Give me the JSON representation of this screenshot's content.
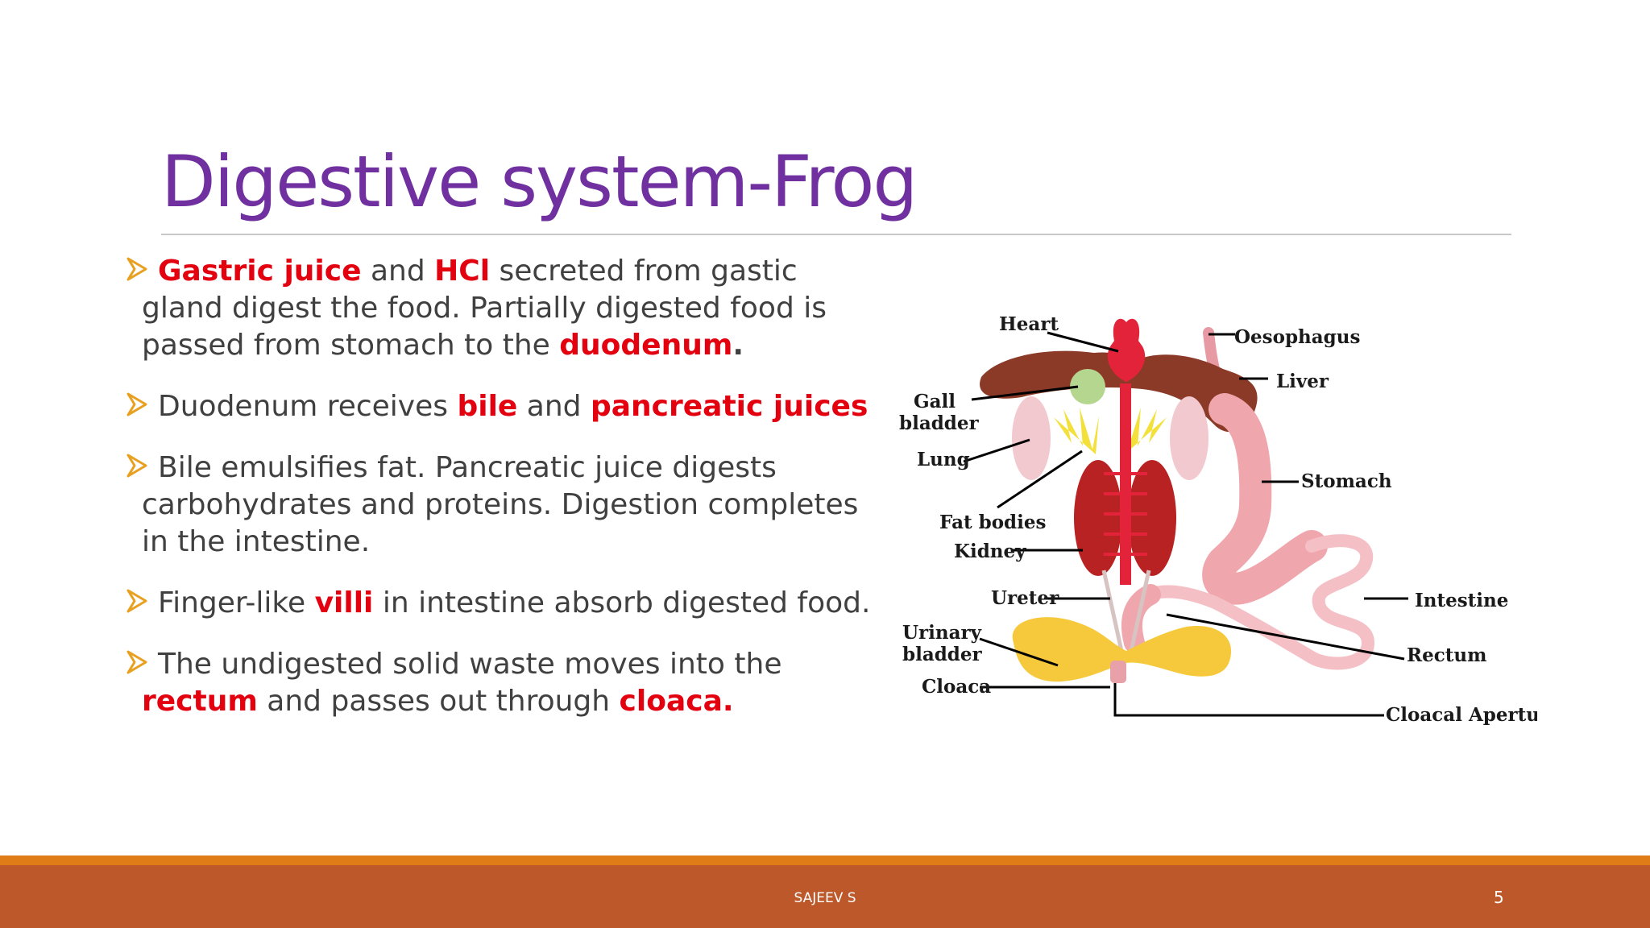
{
  "slide": {
    "title": "Digestive system-Frog",
    "footer_author": "SAJEEV S",
    "page_number": "5"
  },
  "bullets": [
    {
      "segments": [
        {
          "text": "Gastric juice",
          "style": "highlight"
        },
        {
          "text": " and ",
          "style": "normal"
        },
        {
          "text": "HCl",
          "style": "highlight"
        },
        {
          "text": " secreted from gastic gland digest the food. Partially digested food is passed from stomach to the ",
          "style": "normal"
        },
        {
          "text": "duodenum",
          "style": "highlight"
        },
        {
          "text": ".",
          "style": "bold"
        }
      ]
    },
    {
      "segments": [
        {
          "text": "Duodenum receives ",
          "style": "normal"
        },
        {
          "text": "bile",
          "style": "highlight"
        },
        {
          "text": " and ",
          "style": "normal"
        },
        {
          "text": "pancreatic juices",
          "style": "highlight"
        }
      ]
    },
    {
      "segments": [
        {
          "text": "Bile emulsifies fat. Pancreatic juice digests carbohydrates and proteins. Digestion completes in the intestine.",
          "style": "normal"
        }
      ]
    },
    {
      "segments": [
        {
          "text": "Finger-like ",
          "style": "normal"
        },
        {
          "text": "villi",
          "style": "highlight"
        },
        {
          "text": " in intestine absorb digested food.",
          "style": "normal"
        }
      ]
    },
    {
      "segments": [
        {
          "text": "The undigested solid waste moves into the ",
          "style": "normal"
        },
        {
          "text": "rectum",
          "style": "highlight"
        },
        {
          "text": " and passes out through ",
          "style": "normal"
        },
        {
          "text": "cloaca.",
          "style": "highlight"
        }
      ]
    }
  ],
  "diagram": {
    "labels": {
      "heart": "Heart",
      "oesophagus": "Oesophagus",
      "liver": "Liver",
      "gall_1": "Gall",
      "gall_2": "bladder",
      "lung": "Lung",
      "stomach": "Stomach",
      "fat_bodies": "Fat bodies",
      "kidney": "Kidney",
      "ureter": "Ureter",
      "intestine": "Intestine",
      "urinary_1": "Urinary",
      "urinary_2": "bladder",
      "rectum": "Rectum",
      "cloaca": "Cloaca",
      "cloacal_aperture": "Cloacal Aperture"
    }
  },
  "colors": {
    "title": "#7030a0",
    "highlight": "#e3000f",
    "body_text": "#404040",
    "bullet_arrow": "#e8a020",
    "footer_bar": "#bd582b",
    "footer_stripe": "#e07c17"
  },
  "icons": {
    "bullet": "arrowhead-bullet-icon"
  }
}
